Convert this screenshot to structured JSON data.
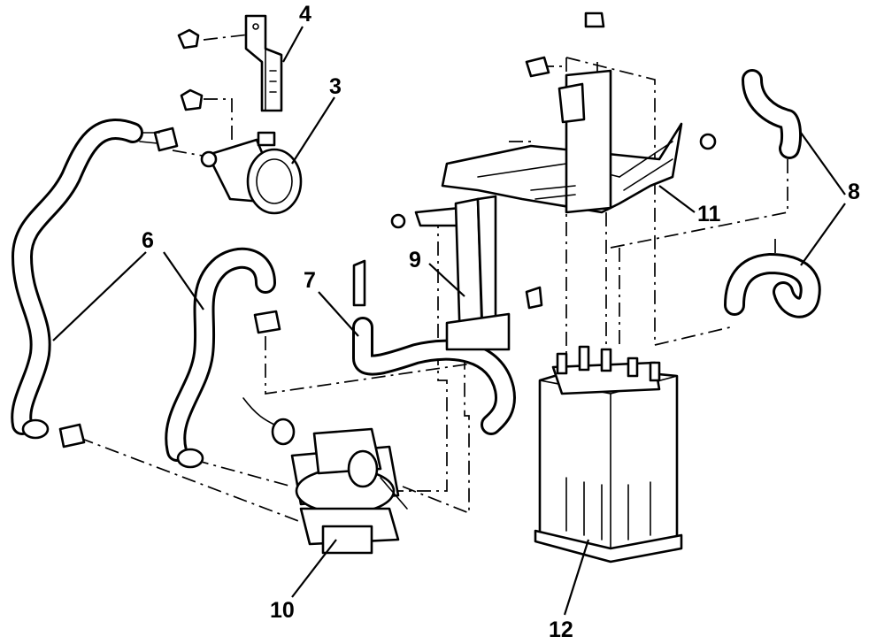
{
  "callouts": [
    {
      "id": "c3",
      "text": "3"
    },
    {
      "id": "c4",
      "text": "4"
    },
    {
      "id": "c6",
      "text": "6"
    },
    {
      "id": "c7",
      "text": "7"
    },
    {
      "id": "c8",
      "text": "8"
    },
    {
      "id": "c9",
      "text": "9"
    },
    {
      "id": "c10",
      "text": "10"
    },
    {
      "id": "c11",
      "text": "11"
    },
    {
      "id": "c12",
      "text": "12"
    }
  ],
  "colors": {
    "ink": "#000000",
    "paper": "#ffffff"
  }
}
